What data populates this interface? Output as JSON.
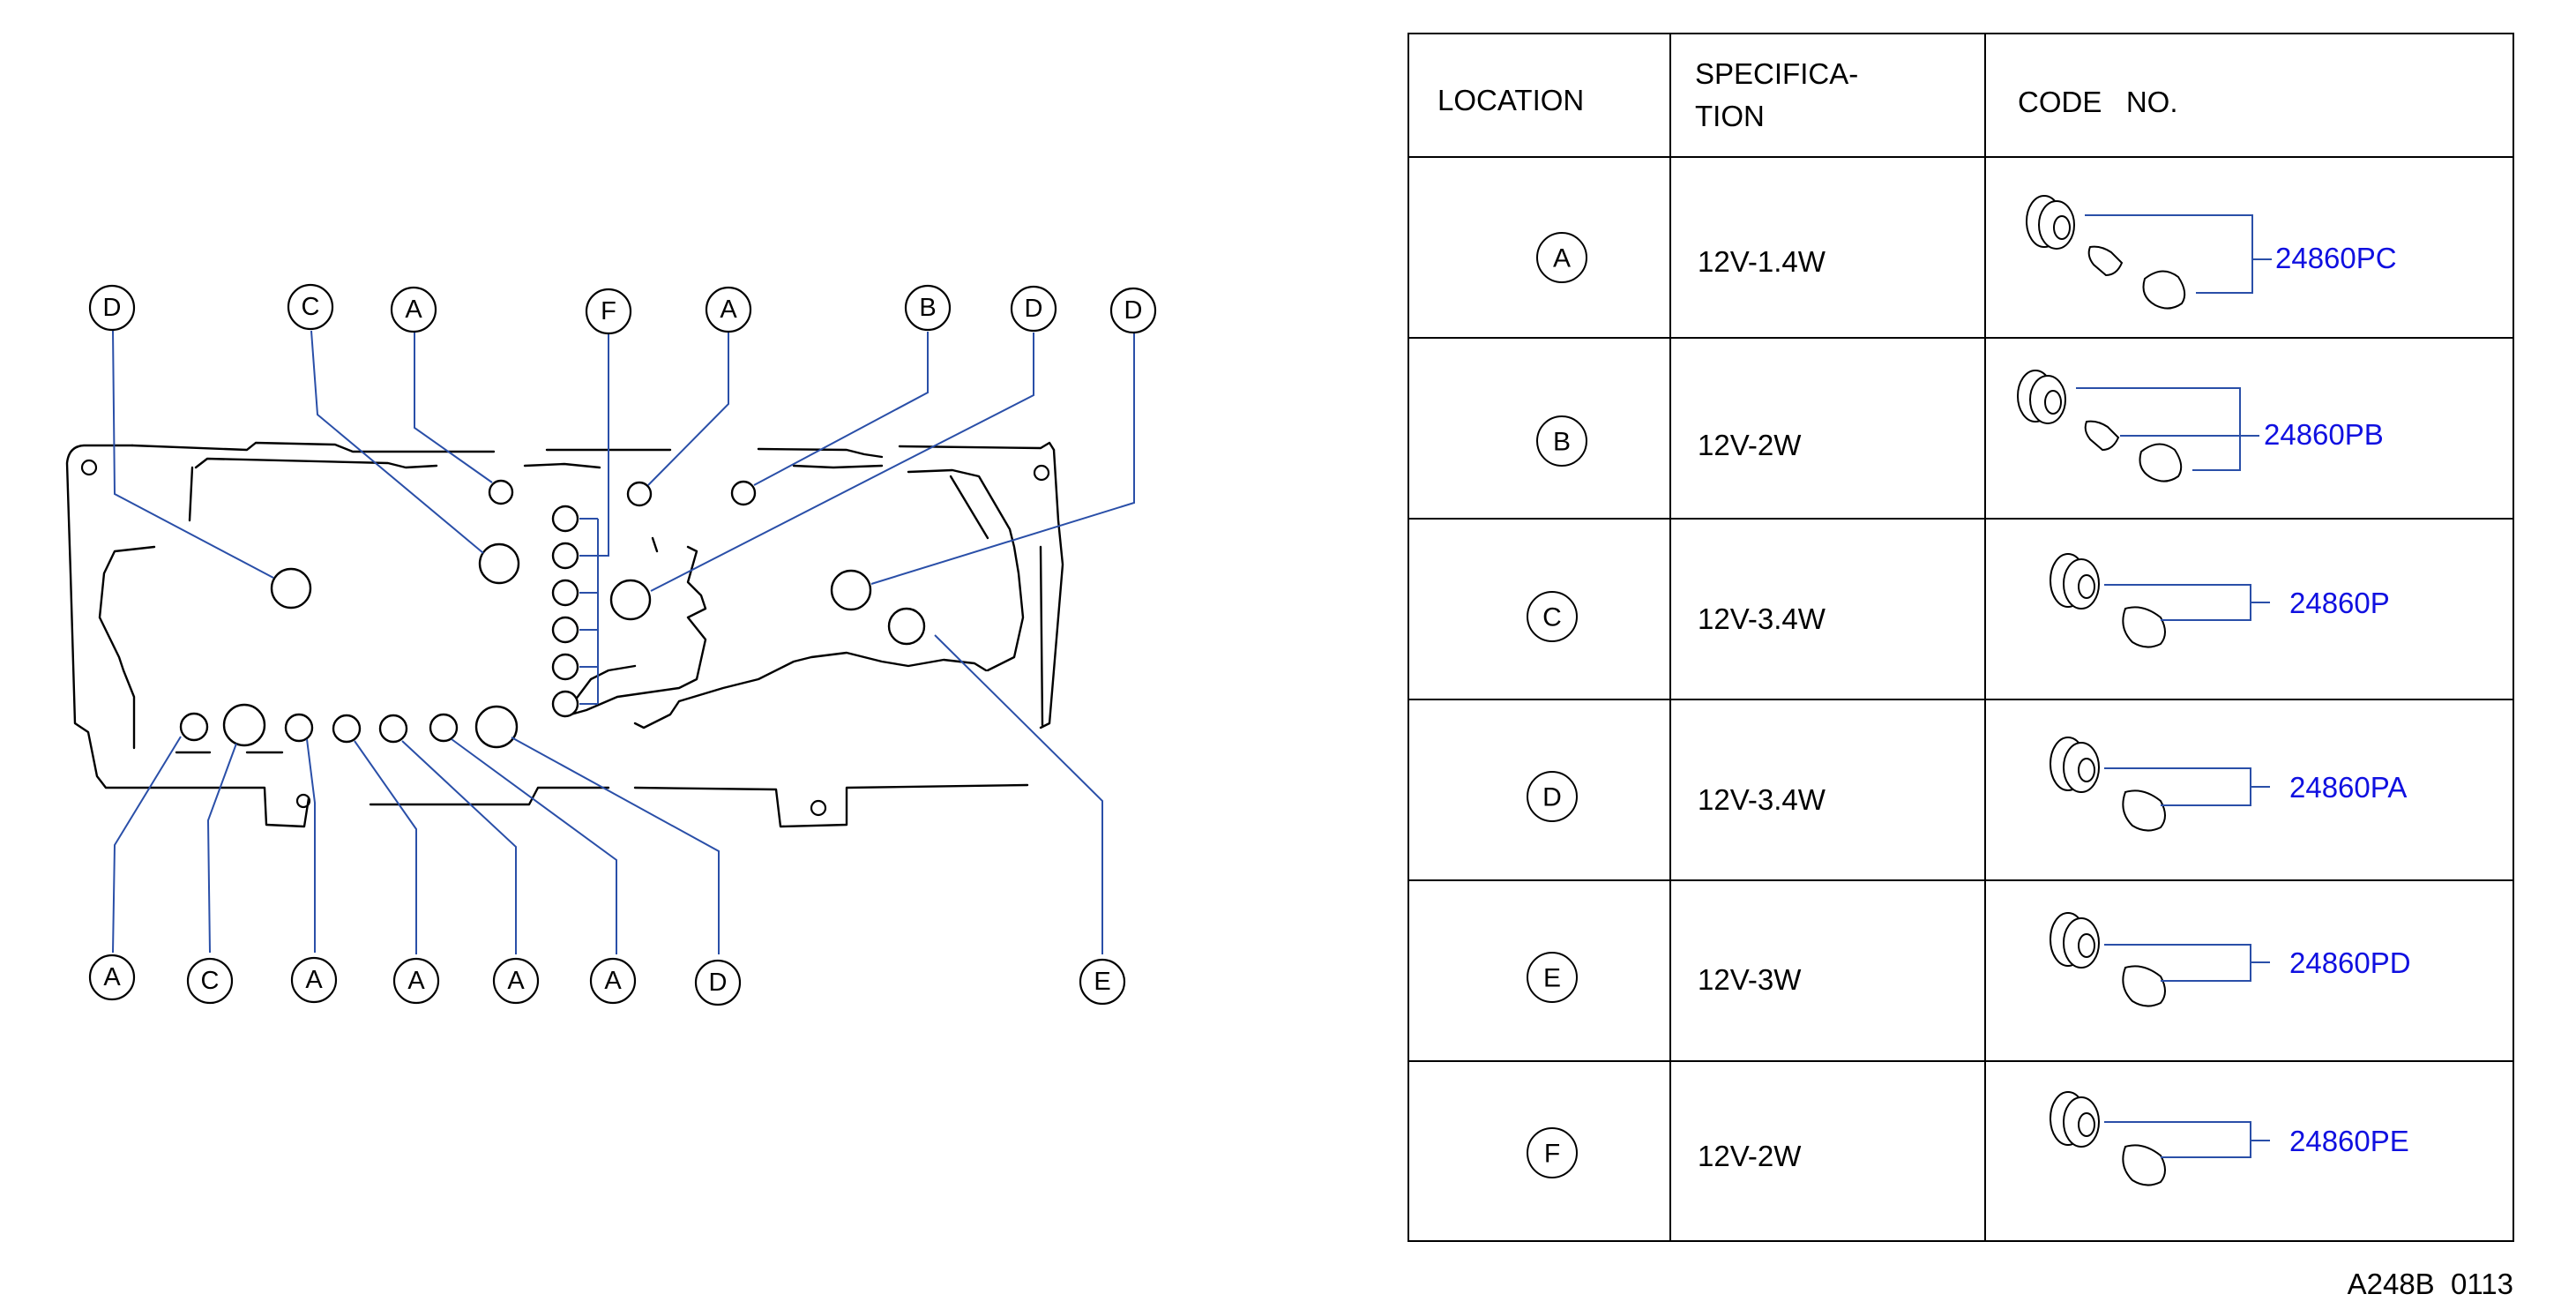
{
  "diagram": {
    "top_labels": [
      "D",
      "C",
      "A",
      "F",
      "A",
      "B",
      "D",
      "D"
    ],
    "bottom_labels": [
      "A",
      "C",
      "A",
      "A",
      "A",
      "A",
      "D",
      "E"
    ]
  },
  "table": {
    "headers": {
      "location": "LOCATION",
      "spec_line1": "SPECIFICA-",
      "spec_line2": "TION",
      "code": "CODE   NO."
    },
    "rows": [
      {
        "location": "A",
        "spec": "12V-1.4W",
        "code": "24860PC"
      },
      {
        "location": "B",
        "spec": "12V-2W",
        "code": "24860PB"
      },
      {
        "location": "C",
        "spec": "12V-3.4W",
        "code": "24860P"
      },
      {
        "location": "D",
        "spec": "12V-3.4W",
        "code": "24860PA"
      },
      {
        "location": "E",
        "spec": "12V-3W",
        "code": "24860PD"
      },
      {
        "location": "F",
        "spec": "12V-2W",
        "code": "24860PE"
      }
    ]
  },
  "footer": {
    "ref": "A248B  0113"
  },
  "colors": {
    "leader": "#2a4fa8",
    "code_text": "#1010e0",
    "line": "#000000"
  }
}
